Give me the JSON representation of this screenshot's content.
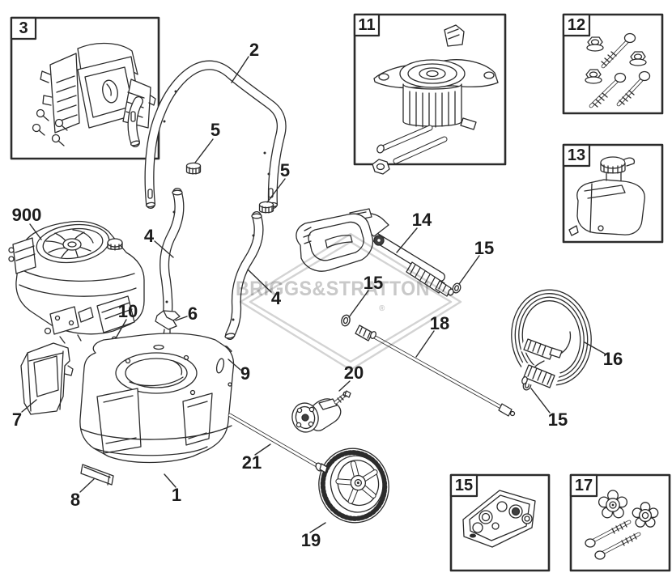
{
  "page": {
    "background": "#ffffff",
    "line_color": "#2b2b2b"
  },
  "watermark": {
    "text": "BRIGGS&STRATTON",
    "registered_mark": "®",
    "color": "#c9c9c9"
  },
  "insets": {
    "heat_shield_kit": "3",
    "pump_assembly": "11",
    "bolt_kit": "12",
    "detergent_tank": "13",
    "nozzle_kit": "15",
    "knob_bolt_kit": "17"
  },
  "callouts": {
    "engine": "900",
    "base": "1",
    "handle": "2",
    "tube_left": "4",
    "tube_right": "4",
    "cap_left": "5",
    "cap_right": "5",
    "bracket_front": "6",
    "panel": "7",
    "foot_pad": "8",
    "bracket_rear": "9",
    "clip": "10",
    "spray_gun": "14",
    "oring_wand": "15",
    "oring_gun": "15",
    "oring_hose": "15",
    "hose": "16",
    "wand": "18",
    "wheel": "19",
    "injector_valve": "20",
    "axle": "21"
  }
}
